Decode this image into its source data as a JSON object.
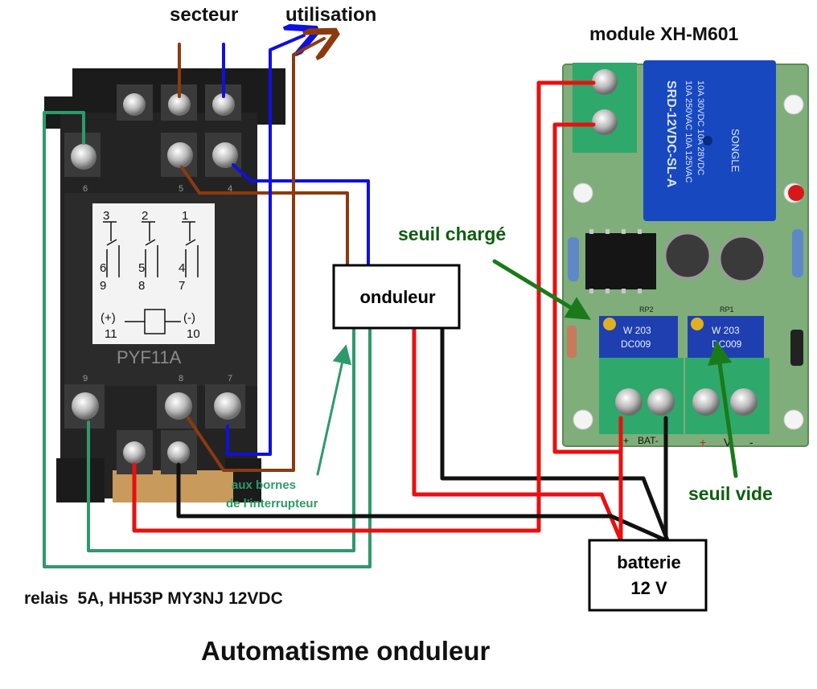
{
  "labels": {
    "secteur": "secteur",
    "utilisation": "utilisation",
    "module": "module XH-M601",
    "seuil_charge": "seuil chargé",
    "seuil_vide": "seuil vide",
    "onduleur": "onduleur",
    "batterie_line1": "batterie",
    "batterie_line2": "12 V",
    "aux_bornes_line1": "aux bornes",
    "aux_bornes_line2": "de l'interrupteur",
    "relais": "relais  5A, HH53P MY3NJ 12VDC",
    "title": "Automatisme onduleur"
  },
  "relay": {
    "model": "PYF11A",
    "terminals_top": [
      "3",
      "2",
      "1"
    ],
    "terminals_mid": [
      "6",
      "5",
      "4"
    ],
    "terminals_bot": [
      "9",
      "8",
      "7"
    ],
    "coil_plus": "(+)",
    "coil_minus": "(-)",
    "coil_plus_num": "11",
    "coil_minus_num": "10",
    "base_top_nums": [
      "6",
      "5",
      "4"
    ],
    "base_bot_nums": [
      "9",
      "8",
      "7"
    ]
  },
  "module": {
    "relay_text": [
      "SRD-12VDC-SL-A",
      "10A 250VAC  10A 125VAC",
      "10A 30VDC  10A 28VDC"
    ],
    "brand": "SONGLE",
    "pot_text": "W 203",
    "pot_code": "DC009",
    "pot_labels": [
      "RP2",
      "RP1"
    ],
    "terminal_labels": [
      "+",
      "BAT-",
      "+",
      "V",
      "-"
    ]
  },
  "colors": {
    "brown": "#8b3a0f",
    "blue": "#1010e0",
    "green_wire": "#2e9a6a",
    "red": "#e81010",
    "black": "#111111",
    "arrow_green": "#1a7a1a",
    "label_green": "#0e5e0e",
    "pcb": "#7fae7a"
  }
}
